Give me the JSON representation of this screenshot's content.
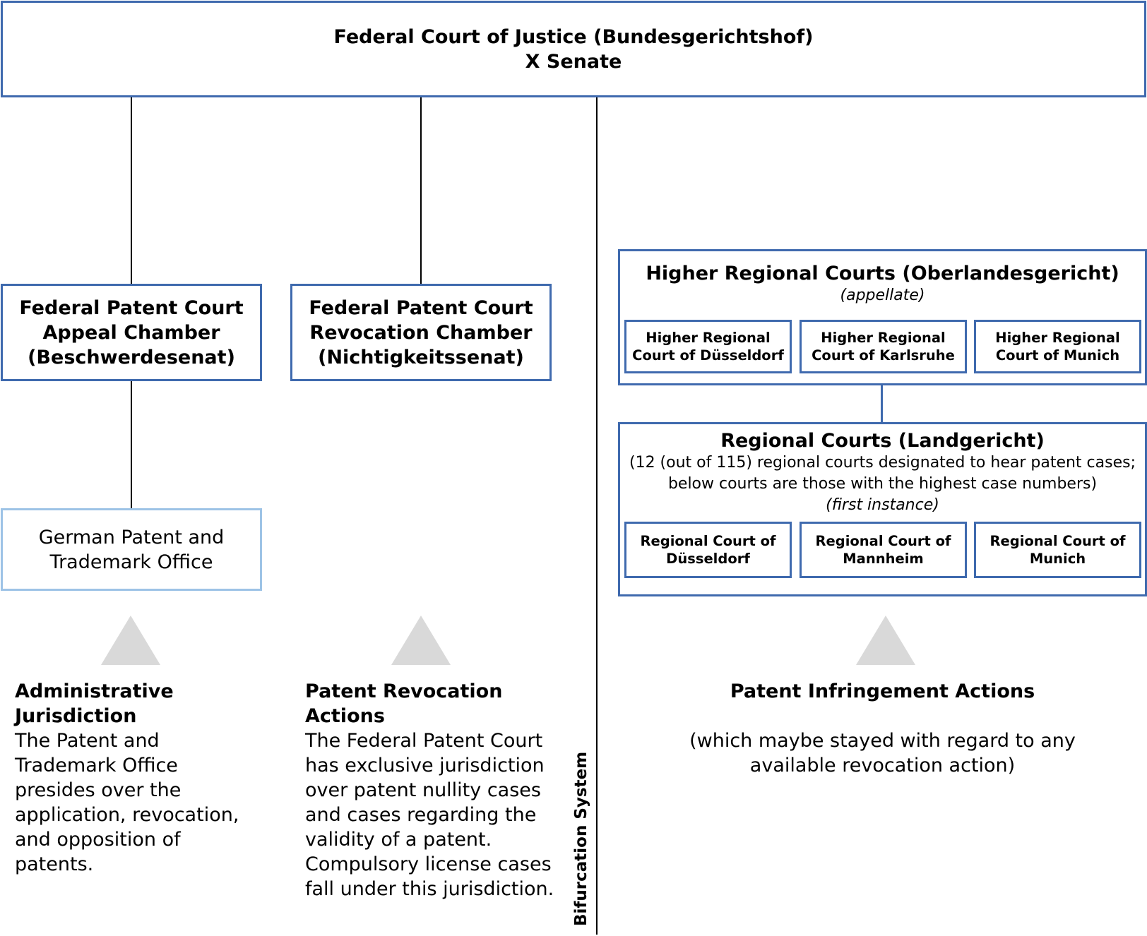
{
  "top": {
    "line1": "Federal Court of Justice (Bundesgerichtshof)",
    "line2": "X Senate"
  },
  "appeal_chamber": {
    "line1": "Federal Patent Court",
    "line2": "Appeal Chamber",
    "line3": "(Beschwerdesenat)"
  },
  "revocation_chamber": {
    "line1": "Federal Patent Court",
    "line2": "Revocation Chamber",
    "line3": "(Nichtigkeitssenat)"
  },
  "gpto": {
    "line1": "German Patent and",
    "line2": "Trademark Office"
  },
  "higher_regional": {
    "title": "Higher Regional Courts (Oberlandesgericht)",
    "subtitle": "(appellate)",
    "courts": [
      {
        "line1": "Higher Regional",
        "line2": "Court of Düsseldorf"
      },
      {
        "line1": "Higher Regional",
        "line2": "Court of Karlsruhe"
      },
      {
        "line1": "Higher Regional",
        "line2": "Court of Munich"
      }
    ]
  },
  "regional": {
    "title": "Regional Courts (Landgericht)",
    "note1": "(12 (out of 115) regional courts designated to hear patent cases;",
    "note2": "below courts are those with the highest case numbers)",
    "subtitle": "(first instance)",
    "courts": [
      {
        "line1": "Regional Court of",
        "line2": "Düsseldorf"
      },
      {
        "line1": "Regional Court of",
        "line2": "Mannheim"
      },
      {
        "line1": "Regional Court of",
        "line2": "Munich"
      }
    ]
  },
  "administrative": {
    "title1": "Administrative",
    "title2": "Jurisdiction",
    "lines": [
      "The Patent and",
      "Trademark Office",
      "presides over the",
      "application, revocation,",
      "and opposition of",
      "patents."
    ]
  },
  "revocation_actions": {
    "title1": "Patent Revocation",
    "title2": "Actions",
    "lines": [
      "The Federal Patent Court",
      "has exclusive jurisdiction",
      "over patent nullity cases",
      "and cases regarding the",
      "validity of a patent.",
      "Compulsory license cases",
      "fall under this jurisdiction."
    ]
  },
  "infringement": {
    "title": "Patent Infringement Actions",
    "line1": "(which maybe stayed with regard to any",
    "line2": "available revocation action)"
  },
  "divider_label": "Bifurcation System",
  "colors": {
    "box_border": "#3f6aae",
    "light_border": "#9dc3e6",
    "triangle": "#d9d9d9"
  }
}
